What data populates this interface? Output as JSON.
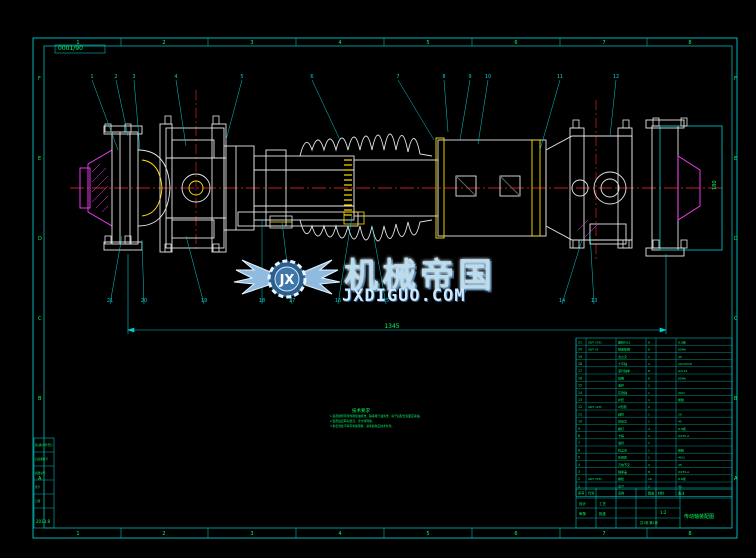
{
  "drawing": {
    "title_tag": "0001/90",
    "zone_numbers": [
      "1",
      "2",
      "3",
      "4",
      "5",
      "6",
      "7",
      "8"
    ],
    "zone_letters": [
      "F",
      "E",
      "D",
      "C",
      "B",
      "A"
    ],
    "callouts": [
      "1",
      "2",
      "3",
      "4",
      "5",
      "6",
      "7",
      "8",
      "9",
      "10",
      "11",
      "12",
      "13",
      "14",
      "15",
      "16",
      "17",
      "18",
      "19",
      "20",
      "21"
    ],
    "overall_length": "1345",
    "end_dim": "180",
    "tech_req_title": "技术要求",
    "tech_req_lines": [
      "1.装配前所有零件用煤油清洗，轴承用汽油清洗，晾干后配合表面应涂油。",
      "2.装配后应转动灵活，无卡滞现象。",
      "3.各密封处不得有渗漏现象，涂漆颜色见技术条件。"
    ],
    "bom_headers": [
      "序号",
      "代号",
      "名称",
      "数量",
      "材料",
      "备注"
    ],
    "bom_rows": [
      [
        "21",
        "GB/T 5783",
        "螺栓M12",
        "8",
        "",
        "8.8级"
      ],
      [
        "20",
        "GB/T 93",
        "弹簧垫圈",
        "8",
        "",
        "65Mn"
      ],
      [
        "19",
        "",
        "法兰叉",
        "1",
        "",
        "45"
      ],
      [
        "18",
        "",
        "十字轴",
        "2",
        "",
        "20CrMnTi"
      ],
      [
        "17",
        "",
        "滚针轴承",
        "8",
        "",
        "GCr15"
      ],
      [
        "16",
        "",
        "挡圈",
        "8",
        "",
        "65Mn"
      ],
      [
        "15",
        "",
        "油杯",
        "2",
        "",
        ""
      ],
      [
        "14",
        "",
        "花键轴",
        "1",
        "",
        "40Cr"
      ],
      [
        "13",
        "",
        "护套",
        "1",
        "",
        "橡胶"
      ],
      [
        "12",
        "GB/T 1235",
        "O形圈",
        "2",
        "",
        ""
      ],
      [
        "11",
        "",
        "轴管",
        "1",
        "",
        "20"
      ],
      [
        "10",
        "",
        "焊接叉",
        "1",
        "",
        "45"
      ],
      [
        "9",
        "",
        "螺钉",
        "4",
        "",
        "8.8级"
      ],
      [
        "8",
        "",
        "卡箍",
        "2",
        "",
        "Q235-A"
      ],
      [
        "7",
        "",
        "油封",
        "1",
        "",
        ""
      ],
      [
        "6",
        "",
        "防尘罩",
        "1",
        "",
        "橡胶"
      ],
      [
        "5",
        "",
        "花键套",
        "1",
        "",
        "40Cr"
      ],
      [
        "4",
        "",
        "万向节叉",
        "2",
        "",
        "45"
      ],
      [
        "3",
        "",
        "轴承盖",
        "8",
        "",
        "Q235-A"
      ],
      [
        "2",
        "GB/T 5783",
        "螺栓",
        "16",
        "",
        "8.8级"
      ],
      [
        "1",
        "",
        "法兰",
        "2",
        "",
        "45"
      ]
    ],
    "title_block": {
      "name": "传动轴装配图",
      "scale": "1:2",
      "sheet": "共1张 第1张",
      "labels": [
        "设计",
        "审核",
        "工艺",
        "批准"
      ]
    },
    "side_block": [
      "借(通)用件登记",
      "旧底图总号",
      "底图总号",
      "签字",
      "日期"
    ],
    "side_code": "2013.8"
  },
  "watermark": {
    "cn": "机械帝国",
    "en": "JXDIGUO.COM",
    "logo_letters": "JX"
  },
  "colors": {
    "frame": "#00b8b8",
    "outline": "#e6e6e6",
    "leader": "#00d0d0",
    "center": "#ff2a2a",
    "hatch": "#ff40ff",
    "accent": "#ffe000",
    "text_green": "#00ff66"
  }
}
